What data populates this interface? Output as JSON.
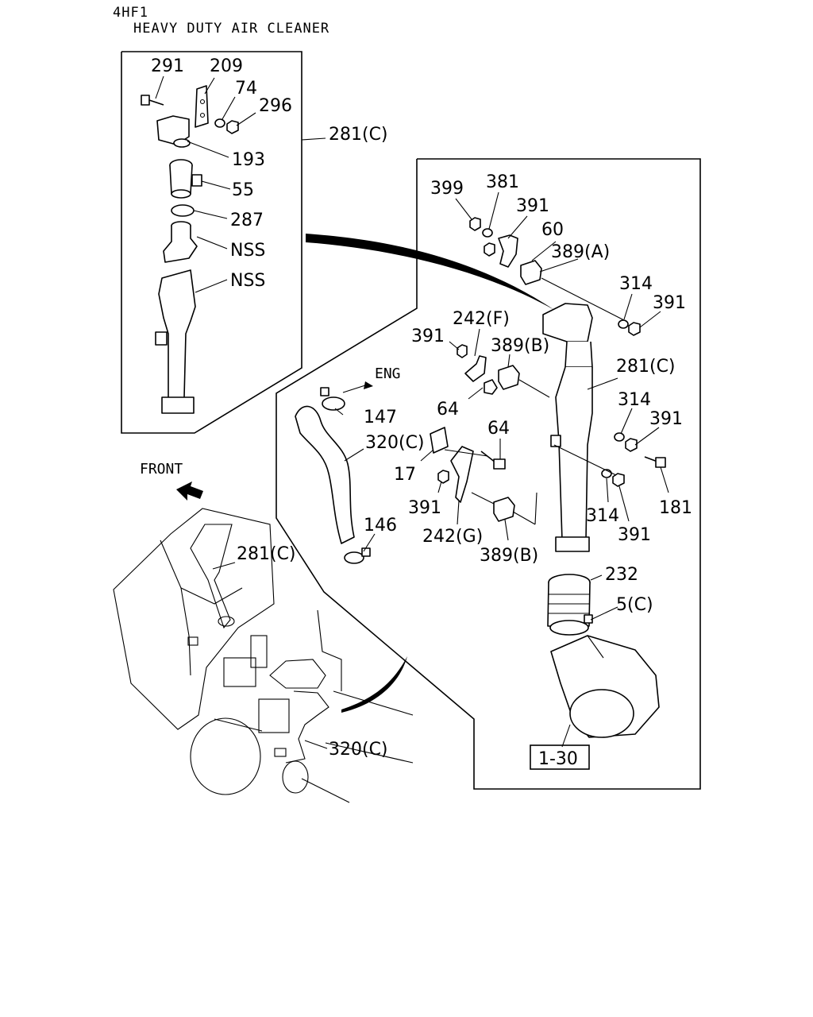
{
  "header": {
    "code": "4HF1",
    "title": "HEAVY DUTY AIR CLEANER"
  },
  "labels": {
    "l291": "291",
    "l209": "209",
    "l74": "74",
    "l296": "296",
    "l281c_top": "281(C)",
    "l193": "193",
    "l55": "55",
    "l287": "287",
    "nss1": "NSS",
    "nss2": "NSS",
    "l399": "399",
    "l381": "381",
    "l391a": "391",
    "l60": "60",
    "l389a": "389(A)",
    "l314a": "314",
    "l391b": "391",
    "l242f": "242(F)",
    "l391c": "391",
    "l389b1": "389(B)",
    "l281c_right": "281(C)",
    "eng": "ENG",
    "l147": "147",
    "l64a": "64",
    "l314b": "314",
    "l391d": "391",
    "l320c_mid": "320(C)",
    "l17": "17",
    "l64b": "64",
    "l181": "181",
    "l391e": "391",
    "l146": "146",
    "l314c": "314",
    "l242g": "242(G)",
    "l391f": "391",
    "l389b2": "389(B)",
    "front": "FRONT",
    "l281c_left": "281(C)",
    "l232": "232",
    "l5c": "5(C)",
    "l320c_bot": "320(C)",
    "ref": "1-30"
  }
}
